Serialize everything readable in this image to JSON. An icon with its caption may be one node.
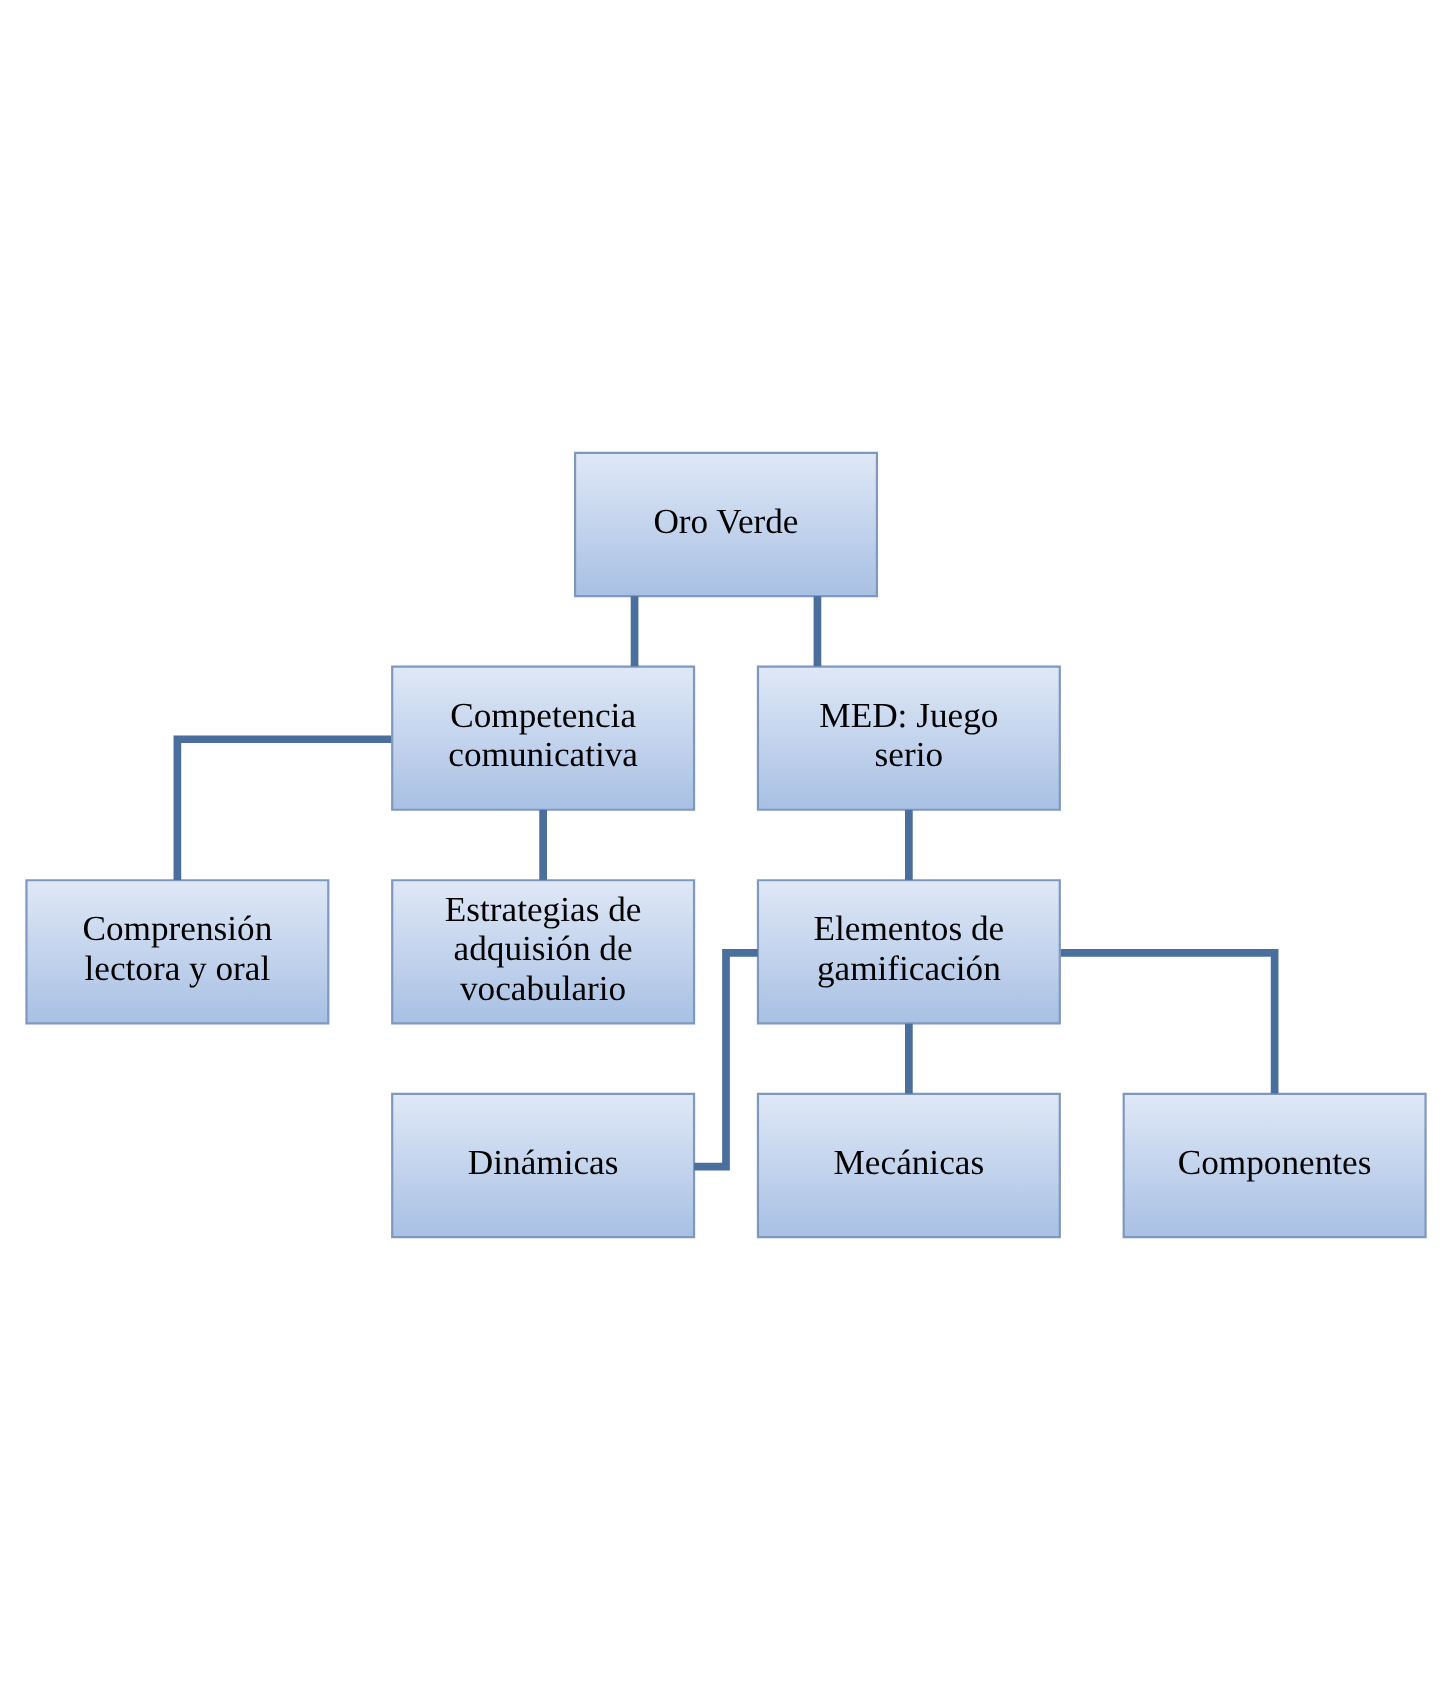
{
  "diagram": {
    "nodes": [
      {
        "text": [
          "Oro Verde"
        ]
      },
      {
        "text": [
          "Competencia comunicativa"
        ]
      },
      {
        "text": [
          "MED: Juego serio"
        ]
      },
      {
        "text": [
          "Comprensión lectora y oral"
        ]
      },
      {
        "text": [
          "Estrategias de adquisión de vocabulario"
        ]
      },
      {
        "text": [
          "Elementos de gamificación"
        ]
      },
      {
        "text": [
          "Dinámicas"
        ]
      },
      {
        "text": [
          "Mecánicas"
        ]
      },
      {
        "text": [
          "Componentes"
        ]
      }
    ],
    "edges": [
      {
        "from": 0,
        "to": 1,
        "arrow": "none"
      },
      {
        "from": 0,
        "to": 2,
        "arrow": "none"
      },
      {
        "from": 1,
        "to": 3,
        "arrow": "none"
      },
      {
        "from": 1,
        "to": 4,
        "arrow": "none"
      },
      {
        "from": 2,
        "to": 5,
        "arrow": "none"
      },
      {
        "from": 5,
        "to": 6,
        "arrow": "none"
      },
      {
        "from": 5,
        "to": 7,
        "arrow": "none"
      },
      {
        "from": 5,
        "to": 8,
        "arrow": "none"
      }
    ]
  }
}
